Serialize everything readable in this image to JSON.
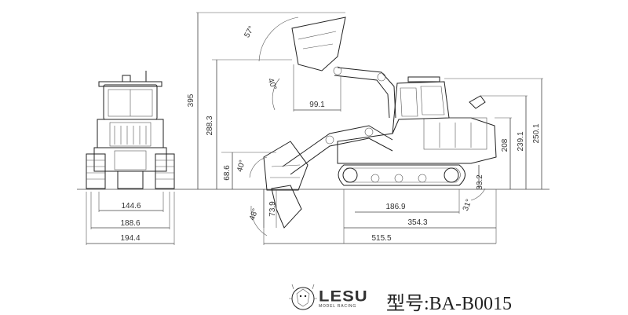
{
  "front_view": {
    "width_track_inner": "144.6",
    "width_track_center": "188.6",
    "width_overall": "194.4"
  },
  "side_view": {
    "height_max_bucket": "395",
    "height_hinge": "288.3",
    "height_cab": "250.1",
    "height_exhaust": "239.1",
    "height_body": "208",
    "ground_clearance": "33.2",
    "dump_reach": "99.1",
    "bucket_low_height": "68.6",
    "dig_depth": "73.9",
    "track_contact": "186.9",
    "track_length": "354.3",
    "overall_length": "515.5",
    "angle_top": "57°",
    "angle_dump": "40°",
    "angle_ground": "40°",
    "angle_low": "48°",
    "angle_rear": "31°"
  },
  "footer": {
    "brand_name": "LESU",
    "brand_subtitle": "MODEL RACING",
    "model_label": "型号:BA-B0015"
  }
}
